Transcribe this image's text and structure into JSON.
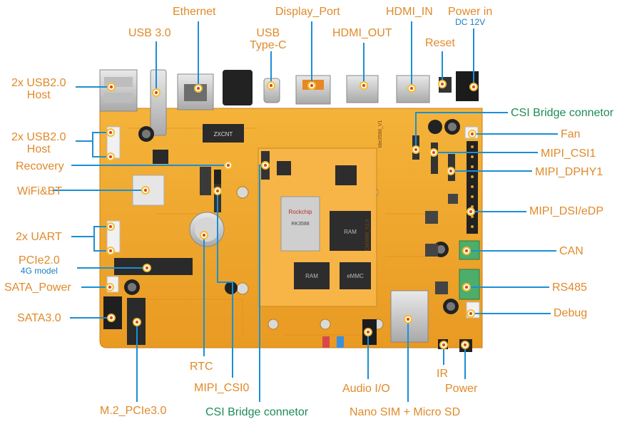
{
  "colors": {
    "label_orange": "#e08a2a",
    "label_green": "#1e8a57",
    "label_blue": "#1a7fc4",
    "leader_line": "#1a8fd6",
    "board": "#f0a830"
  },
  "chips": {
    "brand": "Rockchip",
    "soc_part": "RK3588",
    "ram1": "RAM",
    "ram2": "RAM",
    "ram3": "RAM",
    "emmc": "eMMC",
    "module_name": "CM3588_V2.0",
    "board_name": "ldie3588_V1",
    "eth_chip": "ZXCNT"
  },
  "labels": {
    "ethernet": "Ethernet",
    "display_port": "Display_Port",
    "hdmi_in": "HDMI_IN",
    "power_in": "Power in",
    "dc12v": "DC 12V",
    "usb30": "USB 3.0",
    "usb_typec_l1": "USB",
    "usb_typec_l2": "Type-C",
    "hdmi_out": "HDMI_OUT",
    "reset": "Reset",
    "usb20_host_a_l1": "2x USB2.0",
    "usb20_host_a_l2": "Host",
    "csi_bridge_top": "CSI Bridge connetor",
    "fan": "Fan",
    "usb20_host_b_l1": "2x USB2.0",
    "usb20_host_b_l2": "Host",
    "mipi_csi1": "MIPI_CSI1",
    "recovery": "Recovery",
    "mipi_dphy1": "MIPI_DPHY1",
    "wifi_bt": "WiFi&BT",
    "mipi_dsi_edp": "MIPI_DSI/eDP",
    "uart_x2": "2x UART",
    "can": "CAN",
    "pcie20": "PCIe2.0",
    "pcie_4g": "4G model",
    "sata_power": "SATA_Power",
    "rs485": "RS485",
    "debug": "Debug",
    "sata30": "SATA3.0",
    "rtc": "RTC",
    "ir": "IR",
    "mipi_csi0": "MIPI_CSI0",
    "audio_io": "Audio I/O",
    "power": "Power",
    "m2_pcie30": "M.2_PCIe3.0",
    "csi_bridge_bottom": "CSI Bridge connetor",
    "nano_sim_microsd": "Nano SIM + Micro SD"
  }
}
